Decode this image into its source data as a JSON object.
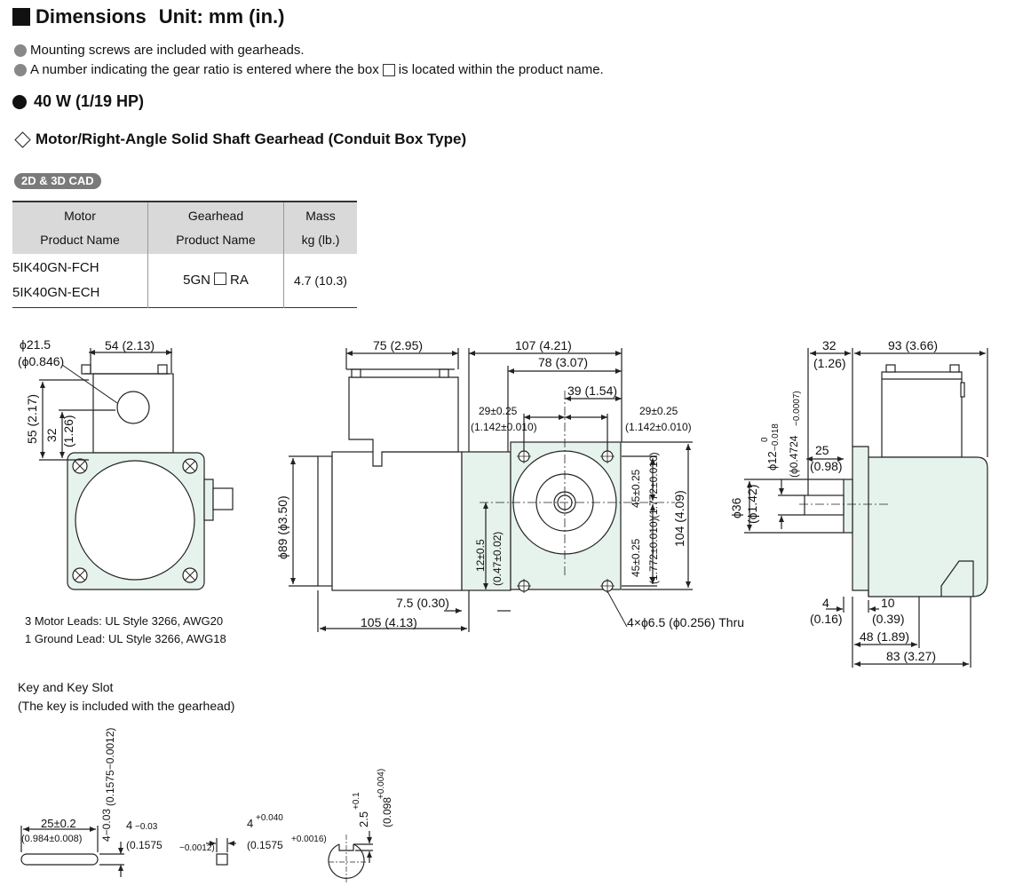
{
  "header": {
    "title": "Dimensions",
    "unit": "Unit: mm (in.)"
  },
  "notes": [
    {
      "text": "Mounting screws are included with gearheads."
    },
    {
      "text_before": "A number indicating the gear ratio is entered where the box",
      "text_after": "is located within the product name."
    }
  ],
  "power": "40 W (1/19 HP)",
  "subtitle": "Motor/Right-Angle Solid Shaft Gearhead (Conduit Box Type)",
  "cad_badge": "2D & 3D CAD",
  "table": {
    "headers": [
      {
        "line1": "Motor",
        "line2": "Product  Name"
      },
      {
        "line1": "Gearhead",
        "line2": "Product  Name"
      },
      {
        "line1": "Mass",
        "line2": "kg (lb.)"
      }
    ],
    "motors": [
      "5IK40GN-FCH",
      "5IK40GN-ECH"
    ],
    "gearhead_pre": "5GN",
    "gearhead_post": "RA",
    "mass": "4.7 (10.3)"
  },
  "leads": {
    "line1": "3 Motor Leads: UL Style 3266, AWG20",
    "line2": "1 Ground Lead: UL Style 3266, AWG18"
  },
  "key": {
    "heading": "Key and Key Slot",
    "note": "(The key is included with the gearhead)"
  },
  "dimensions": {
    "front_phi": "ϕ21.5",
    "front_phi_in": "(ϕ0.846)",
    "front_54": "54 (2.13)",
    "front_55": "55 (2.17)",
    "front_32": "32",
    "front_32_in": "(1.26)",
    "side_75": "75 (2.95)",
    "side_107": "107 (4.21)",
    "side_78": "78 (3.07)",
    "side_39": "39 (1.54)",
    "side_29a": "29±0.25",
    "side_29a_in": "(1.142±0.010)",
    "side_29b": "29±0.25",
    "side_29b_in": "(1.142±0.010)",
    "side_89": "ϕ89 (ϕ3.50)",
    "side_12": "12±0.5",
    "side_12_in": "(0.47±0.02)",
    "side_45a": "45±0.25",
    "side_45a_in": "(1.772±0.010)",
    "side_45b": "45±0.25",
    "side_45b_in": "(1.772±0.010)",
    "side_104": "104 (4.09)",
    "side_7_5": "7.5 (0.30)",
    "side_105": "105 (4.13)",
    "side_holes": "4×ϕ6.5 (ϕ0.256) Thru",
    "right_32": "32",
    "right_32_in": "(1.26)",
    "right_93": "93 (3.66)",
    "right_phi12": "ϕ12",
    "right_phi12_tol_lo": "−0.018",
    "right_phi12_tol_hi": "0",
    "right_phi12_in": "(ϕ0.4724",
    "right_phi12_in_tol": "−0.0007)",
    "right_25": "25",
    "right_25_in": "(0.98)",
    "right_36": "ϕ36",
    "right_36_in": "(ϕ1.42)",
    "right_4": "4",
    "right_4_in": "(0.16)",
    "right_10": "10",
    "right_10_in": "(0.39)",
    "right_48": "48 (1.89)",
    "right_83": "83 (3.27)",
    "key_25": "25±0.2",
    "key_25_in": "(0.984±0.008)",
    "key_4_vert": "4−0.03",
    "key_4_vert_in": "(0.1575−0.0012)",
    "key_4a": "4",
    "key_4a_tol": "−0.03",
    "key_4a_in": "(0.1575",
    "key_4a_in_tol": "−0.0012)",
    "key_4b": "4",
    "key_4b_tol": "+0.040",
    "key_4b_in": "(0.1575",
    "key_4b_in_tol": "+0.0016)",
    "key_2_5": "2.5",
    "key_2_5_tol": "+0.1",
    "key_2_5_in": "(0.098",
    "key_2_5_in_tol": "+0.004)",
    "zero": "0"
  },
  "colors": {
    "body_fill": "#e6f2ec",
    "line": "#222222",
    "badge": "#7a7a7a",
    "header_fill": "#d9d9d9"
  }
}
